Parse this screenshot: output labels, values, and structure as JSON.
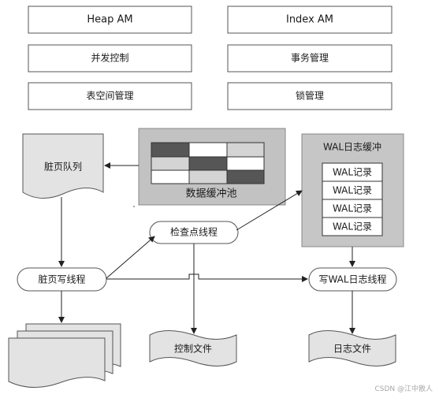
{
  "modules": {
    "heap_am": "Heap AM",
    "index_am": "Index AM",
    "concurrency": "并发控制",
    "transaction": "事务管理",
    "tablespace": "表空间管理",
    "lock": "锁管理"
  },
  "buffer_pool": {
    "label": "数据缓冲池"
  },
  "dirty_queue": {
    "label": "脏页队列"
  },
  "wal_buffer": {
    "title": "WAL日志缓冲",
    "records": [
      "WAL记录",
      "WAL记录",
      "WAL记录",
      "WAL记录"
    ]
  },
  "threads": {
    "checkpoint": "检查点线程",
    "dirty_writer": "脏页写线程",
    "wal_writer": "写WAL日志线程"
  },
  "files": {
    "control": "控制文件",
    "log": "日志文件"
  },
  "watermark": "CSDN @江中散人",
  "colors": {
    "border": "#555555",
    "doc_fill": "#e3e3e3",
    "pool_fill": "#c2c2c2",
    "wal_fill": "#c6c6c6",
    "cell_dark": "#565656",
    "cell_light": "#d4d4d4"
  }
}
